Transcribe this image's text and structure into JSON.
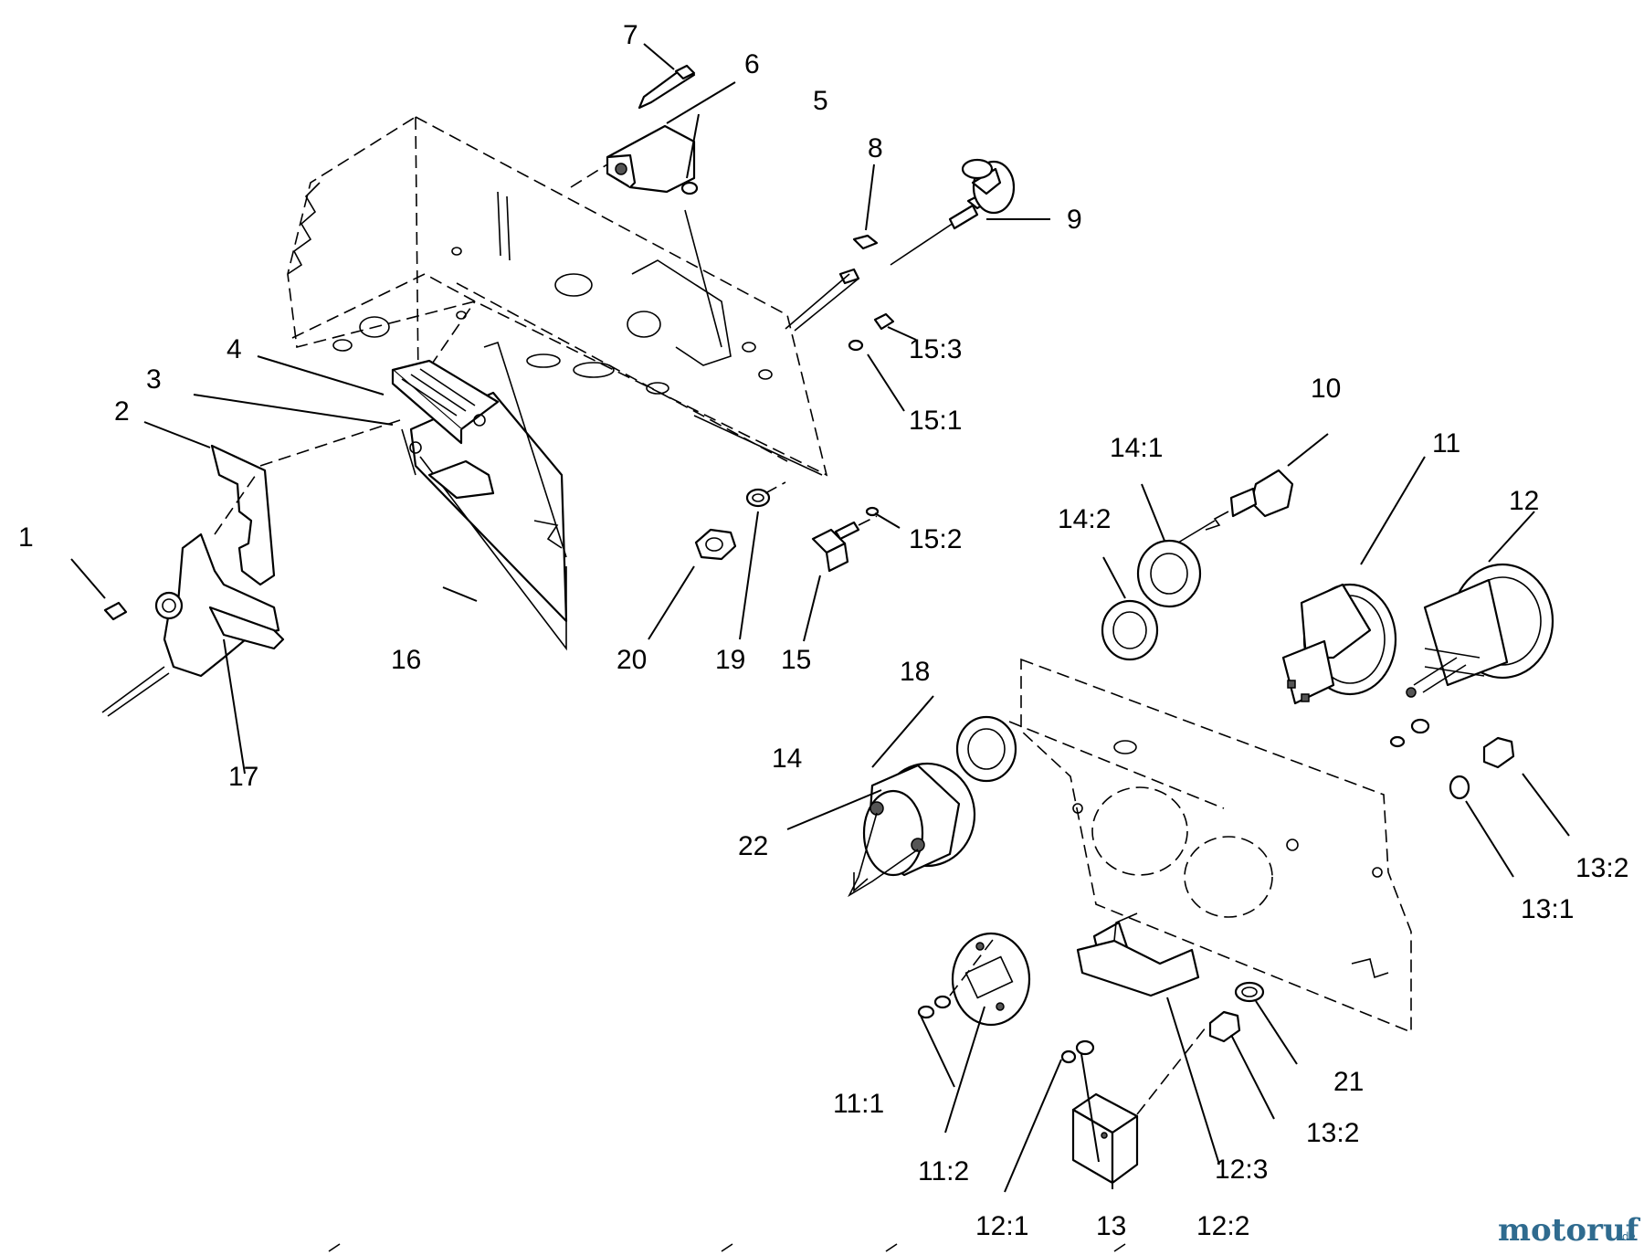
{
  "callouts": [
    "1",
    "2",
    "3",
    "4",
    "5",
    "6",
    "7",
    "8",
    "9",
    "10",
    "11",
    "12",
    "13",
    "14",
    "15",
    "16",
    "17",
    "18",
    "19",
    "20",
    "21",
    "22",
    "15:1",
    "15:2",
    "15:3",
    "14:1",
    "14:2",
    "13:1",
    "13:2",
    "13:2",
    "11:1",
    "11:2",
    "12:1",
    "12:2",
    "12:3"
  ],
  "watermark": {
    "main": "motoruf",
    "suffix": ".de"
  }
}
